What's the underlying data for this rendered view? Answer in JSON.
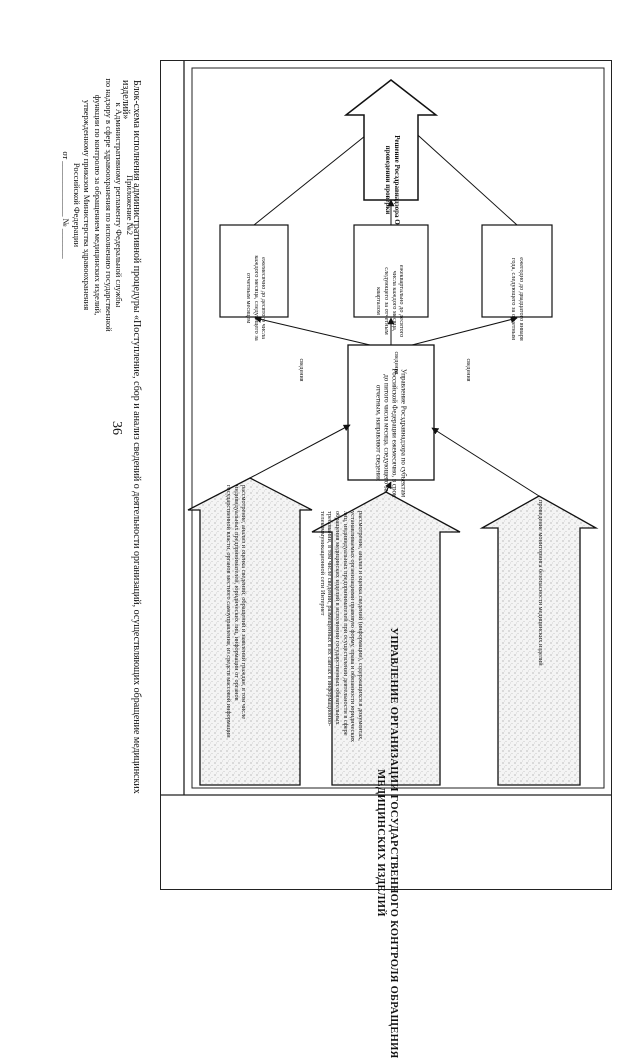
{
  "header": {
    "page_number": "36",
    "appendix_lines": [
      "Приложение №2",
      "к Административному регламенту Федеральной службы",
      "по надзору в сфере здравоохранения по исполнению государственной",
      "функции по контролю за обращением медицинских изделий,",
      "утвержденному приказом Министерства здравоохранения",
      "Российской Федерации",
      "от _____________ № _______"
    ]
  },
  "diagram": {
    "title": "Блок-схема исполнения административной процедуры «Поступление, сбор и анализ сведений о деятельности организаций, осуществляющих обращение медицинских изделий»",
    "department": "УПРАВЛЕНИЕ ОРГАНИЗАЦИИ ГОСУДАРСТВЕННОГО КОНТРОЛЯ ОБРАЩЕНИЯ МЕДИЦИНСКИХ ИЗДЕЛИЙ",
    "inputs": [
      "рассмотрение, анализ и оценка сведений, обращений и заявлений граждан, в том числе индивидуальных предпринимателей, юридических лиц, информации от органов государственной власти, органов местного самоуправления, из средств массовой информации",
      "рассмотрение, анализ и оценка сведений (информации), содержащихся в документах, устанавливаемых организациями правовую форму, права и обязанности юридических лиц, индивидуальных предпринимателей при осуществлении деятельности в сфере обращения медицинских изделий в исполнении государственных обязательных требований, в том числе сведений, размещенных в их сайтах в информационно-телекоммуникационной сети Интернет",
      "проведение мониторинга безопасности медицинских изделий"
    ],
    "center": "Управление Росздравнадзора по субъектам Российской Федерации ежемесячно, в срок до пятого числа месяца, следующего за отчетным, направляют сведения",
    "edge_label": "сведения",
    "periods": [
      "ежемесячно до десятого числа каждого месяца, следующего за отчетным месяцем",
      "ежеквартально до десятого числа каждого месяца, следующего за отчетным кварталом",
      "ежегодно до двадцатого января года, следующего за отчетным"
    ],
    "result": "Решение Росздравнадзора О проведении проверки"
  }
}
